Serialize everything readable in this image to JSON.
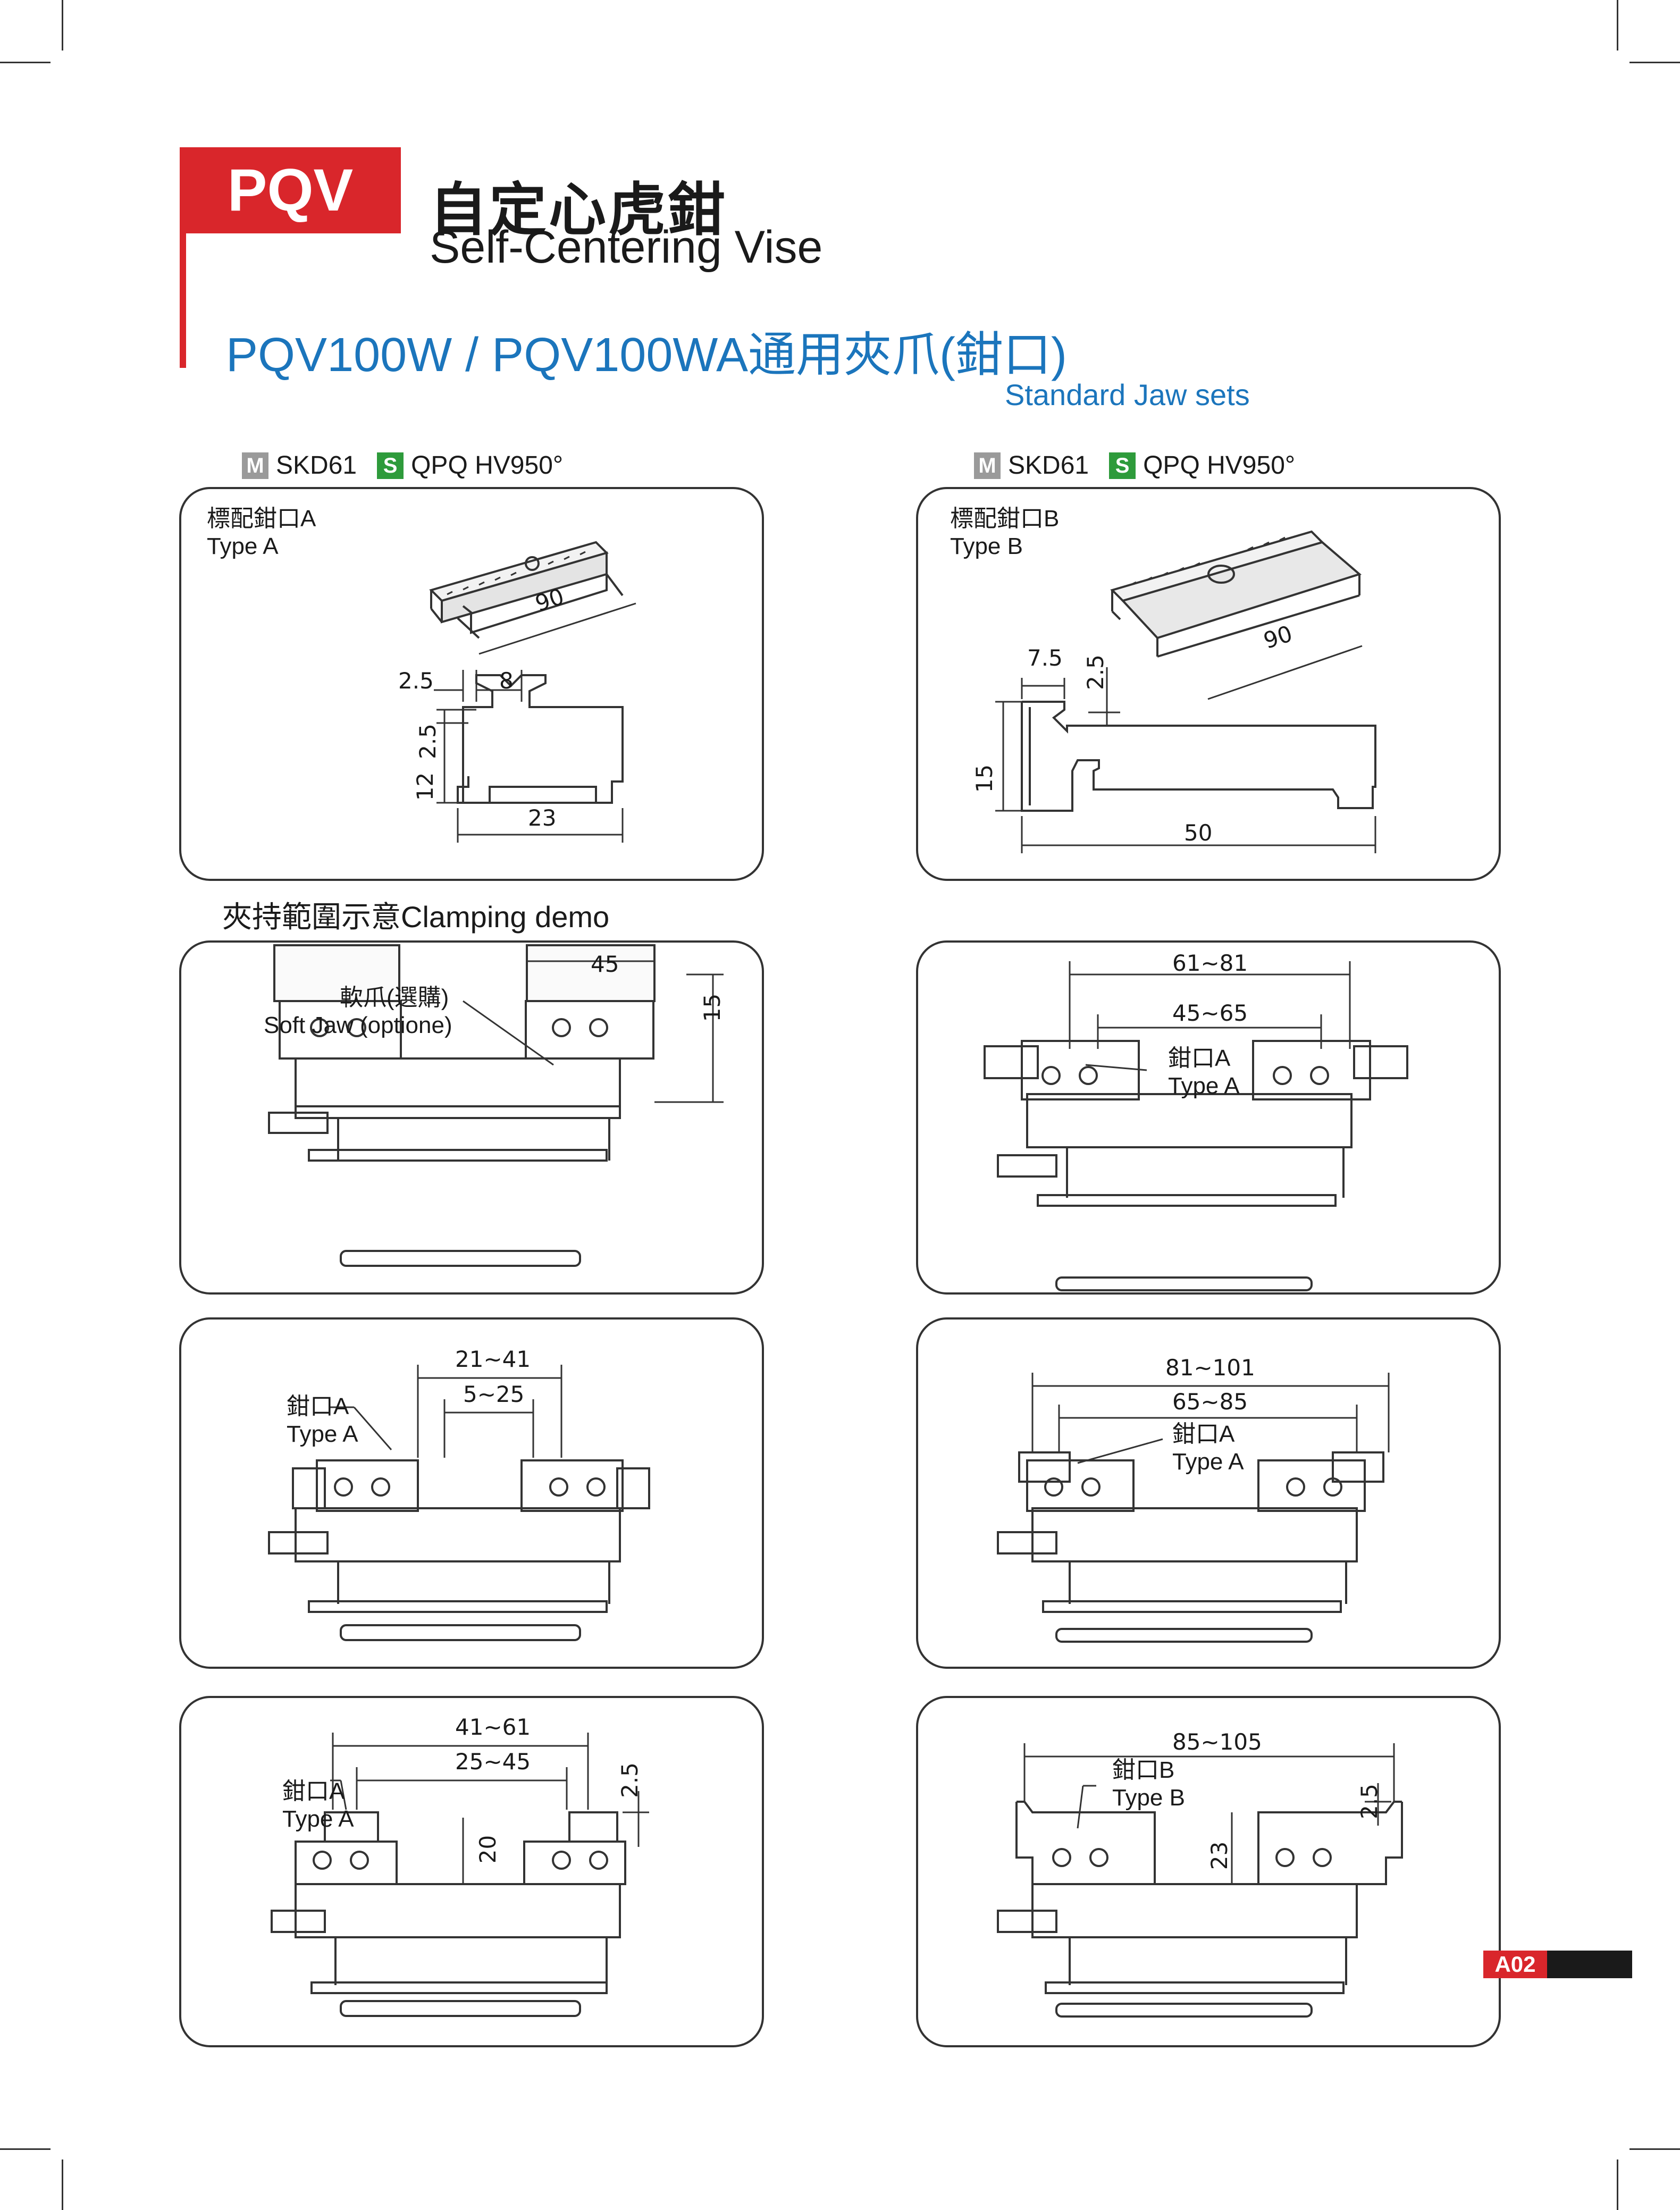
{
  "header": {
    "badge": "PQV",
    "title_zh": "自定心虎鉗",
    "title_en": "Self-Centering Vise"
  },
  "section": {
    "title": "PQV100W / PQV100WA通用夾爪(鉗口)",
    "subtitle": "Standard Jaw sets"
  },
  "material": {
    "m_icon": "M",
    "m_text": "SKD61",
    "s_icon": "S",
    "s_text": "QPQ HV950°"
  },
  "jaw_a": {
    "label_zh": "標配鉗口A",
    "label_en": "Type  A",
    "dims": [
      "90",
      "2.5",
      "8",
      "2.5",
      "12",
      "23"
    ]
  },
  "jaw_b": {
    "label_zh": "標配鉗口B",
    "label_en": "Type  B",
    "dims": [
      "90",
      "7.5",
      "2.5",
      "15",
      "50"
    ]
  },
  "demo": {
    "title": "夾持範圍示意Clamping demo",
    "softjaw": {
      "label_zh": "軟爪(選購)",
      "label_en": "Soft Jaw (optione)",
      "dims": [
        "45",
        "15"
      ]
    },
    "panel2": {
      "label_zh": "鉗口A",
      "label_en": "Type  A",
      "dims": [
        "61~81",
        "45~65"
      ]
    },
    "panel3": {
      "label_zh": "鉗口A",
      "label_en": "Type  A",
      "dims": [
        "21~41",
        "5~25"
      ]
    },
    "panel4": {
      "label_zh": "鉗口A",
      "label_en": "Type  A",
      "dims": [
        "81~101",
        "65~85"
      ]
    },
    "panel5": {
      "label_zh": "鉗口A",
      "label_en": "Type  A",
      "dims": [
        "41~61",
        "25~45",
        "2.5",
        "20"
      ]
    },
    "panel6": {
      "label_zh": "鉗口B",
      "label_en": "Type  B",
      "dims": [
        "85~105",
        "2.5",
        "23"
      ]
    }
  },
  "footer": {
    "page": "A02"
  }
}
